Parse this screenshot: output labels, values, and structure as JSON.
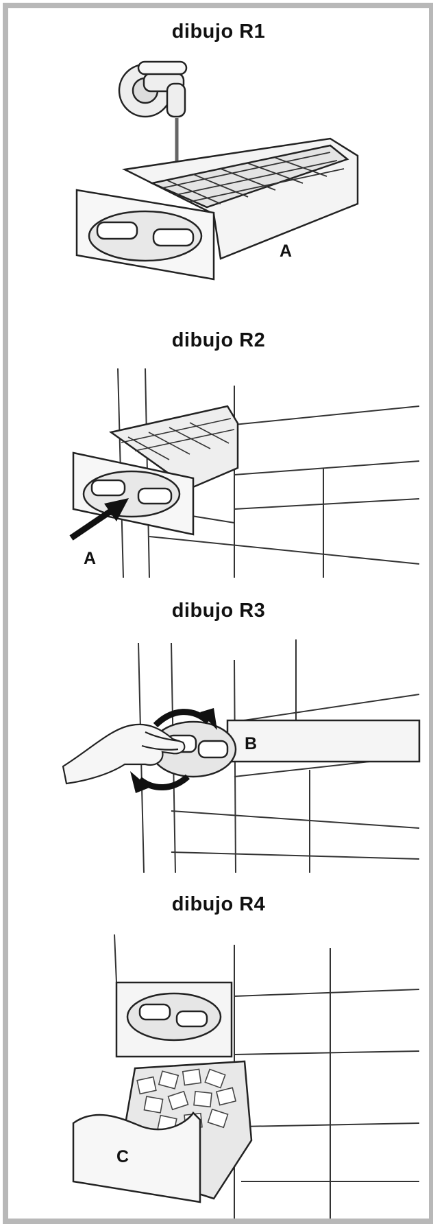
{
  "figures": [
    {
      "title": "dibujo R1",
      "callout": "A"
    },
    {
      "title": "dibujo R2",
      "callout": "A"
    },
    {
      "title": "dibujo R3",
      "callout": "B"
    },
    {
      "title": "dibujo R4",
      "callout": "C"
    }
  ],
  "colors": {
    "frame": "#b8b8b8",
    "line": "#222222",
    "fill_light": "#f2f2f2",
    "fill_mid": "#d9d9d9"
  }
}
